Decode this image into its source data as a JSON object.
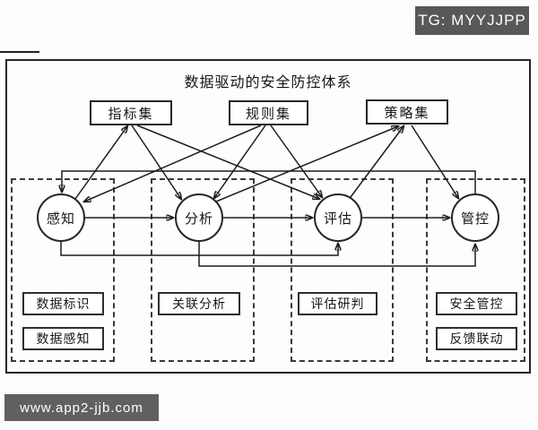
{
  "watermarks": {
    "telegram_badge": "TG: MYYJJPP",
    "website_badge": "www.app2-jjb.com"
  },
  "colors": {
    "line": "#1c1c1c",
    "badge_bg": "#58585b",
    "website_badge_bg": "#606060",
    "background": "#fdfdfd"
  },
  "diagram": {
    "title": "数据驱动的安全防控体系",
    "resource_boxes": [
      {
        "label": "指标集"
      },
      {
        "label": "规则集"
      },
      {
        "label": "策略集"
      }
    ],
    "process_nodes": [
      {
        "label": "感知"
      },
      {
        "label": "分析"
      },
      {
        "label": "评估"
      },
      {
        "label": "管控"
      }
    ],
    "capability_boxes": [
      {
        "label": "数据标识"
      },
      {
        "label": "数据感知"
      },
      {
        "label": "关联分析"
      },
      {
        "label": "评估研判"
      },
      {
        "label": "安全管控"
      },
      {
        "label": "反馈联动"
      }
    ],
    "edges": [
      {
        "from": "感知",
        "to": "分析",
        "route": "chain"
      },
      {
        "from": "分析",
        "to": "评估",
        "route": "chain"
      },
      {
        "from": "评估",
        "to": "管控",
        "route": "chain"
      },
      {
        "from": "感知",
        "to": "指标集",
        "route": "up"
      },
      {
        "from": "指标集",
        "to": "分析",
        "route": "down"
      },
      {
        "from": "指标集",
        "to": "评估",
        "route": "down"
      },
      {
        "from": "规则集",
        "to": "感知",
        "route": "down"
      },
      {
        "from": "规则集",
        "to": "分析",
        "route": "down"
      },
      {
        "from": "规则集",
        "to": "评估",
        "route": "down"
      },
      {
        "from": "分析",
        "to": "策略集",
        "route": "up"
      },
      {
        "from": "评估",
        "to": "策略集",
        "route": "up"
      },
      {
        "from": "策略集",
        "to": "管控",
        "route": "down"
      },
      {
        "from": "管控",
        "to": "感知",
        "route": "feedback-top"
      },
      {
        "from": "感知",
        "to": "评估",
        "route": "feedback-bottom"
      },
      {
        "from": "分析",
        "to": "管控",
        "route": "feedback-bottom"
      }
    ]
  }
}
